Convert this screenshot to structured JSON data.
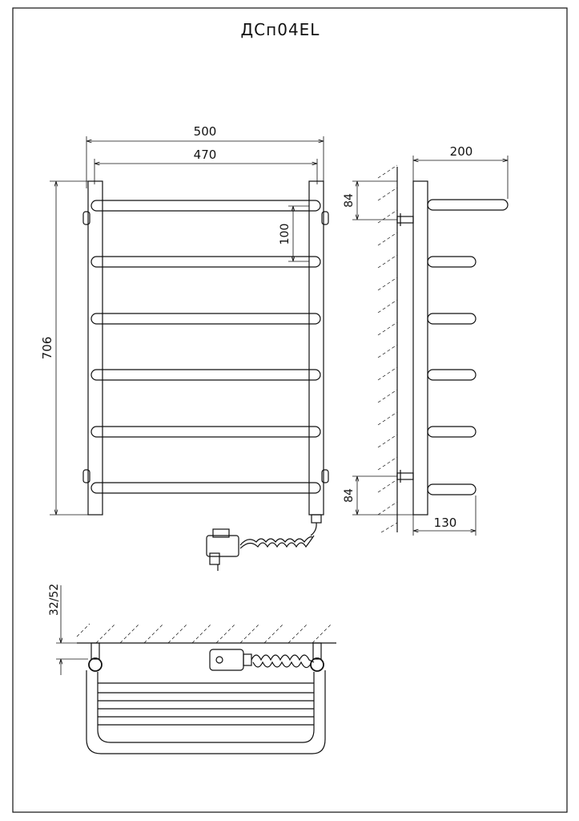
{
  "title": "ДСп04EL",
  "front_view": {
    "dim_overall_width": "500",
    "dim_inner_width": "470",
    "dim_height": "706",
    "dim_bar_pitch": "100",
    "rung_count": 6
  },
  "side_view": {
    "dim_depth_top": "200",
    "dim_depth_bottom": "130",
    "dim_mount_top": "84",
    "dim_mount_bottom": "84"
  },
  "top_view": {
    "dim_wall_gap": "32/52"
  }
}
